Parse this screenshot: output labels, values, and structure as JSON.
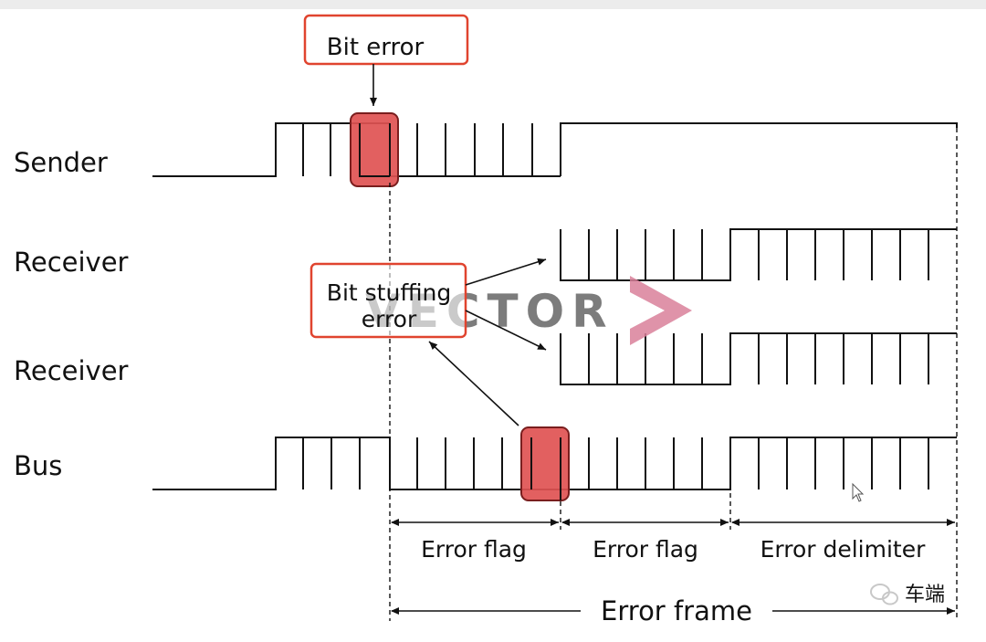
{
  "signals": {
    "sender": "Sender",
    "receiver1": "Receiver",
    "receiver2": "Receiver",
    "bus": "Bus"
  },
  "callouts": {
    "bit_error": "Bit error",
    "bit_stuffing_line1": "Bit stuffing",
    "bit_stuffing_line2": "error"
  },
  "segments": {
    "error_flag_1": "Error flag",
    "error_flag_2": "Error flag",
    "error_delimiter": "Error delimiter",
    "error_frame": "Error frame"
  },
  "watermark": {
    "logo_text": "VECTOR",
    "wechat_label": "车端"
  },
  "colors": {
    "highlight_fill": "#e05252",
    "callout_border": "#e0442f",
    "watermark_text": "#8a8a8a",
    "watermark_arrow": "#d9809a"
  }
}
